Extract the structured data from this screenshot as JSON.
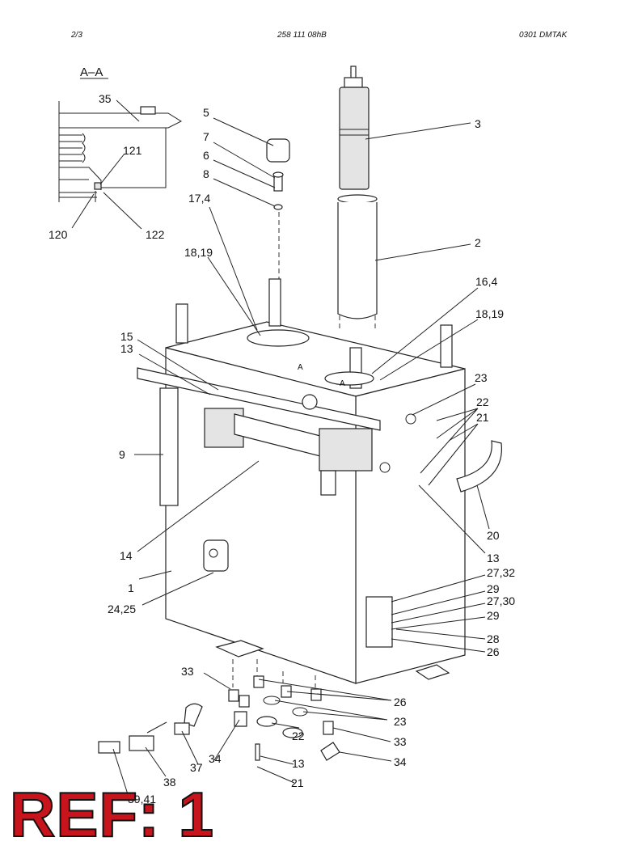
{
  "header": {
    "left": "2/3",
    "center": "258 111 08hB",
    "right": "0301   DMTAK"
  },
  "section_title": "A–A",
  "section_marks": [
    "A",
    "A"
  ],
  "callouts": {
    "c35": "35",
    "c121": "121",
    "c120": "120",
    "c122": "122",
    "c5": "5",
    "c7": "7",
    "c6": "6",
    "c8": "8",
    "c17_4": "17,4",
    "c18_19a": "18,19",
    "c3": "3",
    "c2": "2",
    "c16_4": "16,4",
    "c18_19b": "18,19",
    "c15": "15",
    "c13a": "13",
    "c23a": "23",
    "c22a": "22",
    "c21a": "21",
    "c9": "9",
    "c20": "20",
    "c14": "14",
    "c13b": "13",
    "c27_32": "27,32",
    "c29a": "29",
    "c27_30": "27,30",
    "c29b": "29",
    "c28": "28",
    "c26a": "26",
    "c1": "1",
    "c24_25": "24,25",
    "c33a": "33",
    "c26b": "26",
    "c23b": "23",
    "c33b": "33",
    "c22b": "22",
    "c13c": "13",
    "c34a": "34",
    "c34b": "34",
    "c37": "37",
    "c38": "38",
    "c21b": "21",
    "c39_41": "39,41"
  },
  "stamp": "REF: 1"
}
